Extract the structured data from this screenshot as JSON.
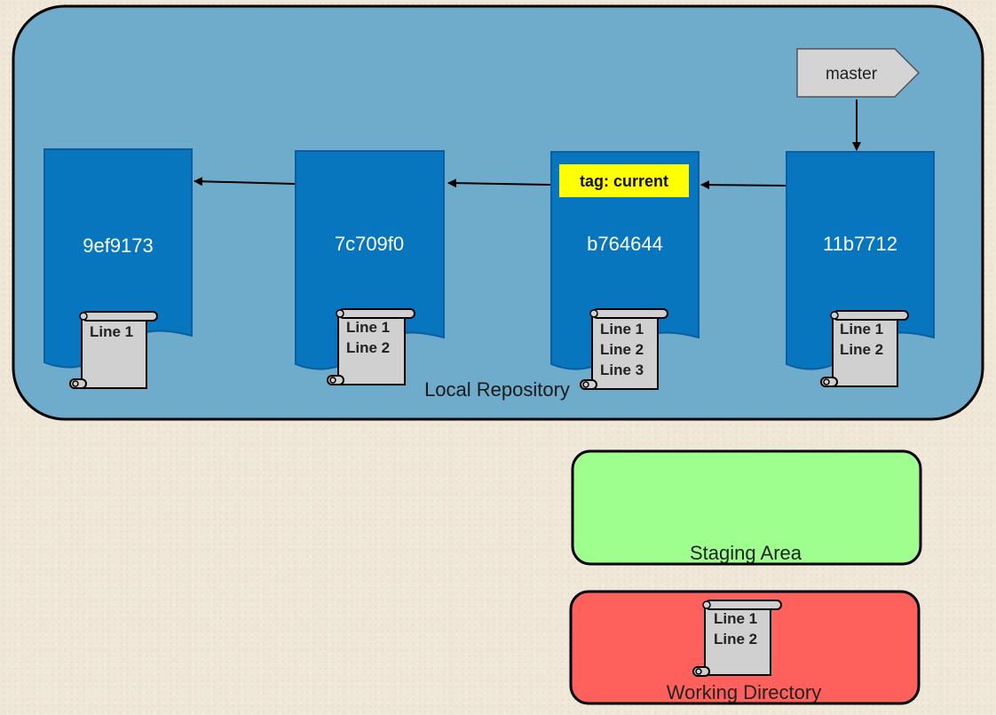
{
  "branch": {
    "label": "master"
  },
  "tag": {
    "label": "tag: current"
  },
  "commits": [
    {
      "hash": "9ef9173",
      "file_lines": [
        "Line 1"
      ]
    },
    {
      "hash": "7c709f0",
      "file_lines": [
        "Line 1",
        "Line 2"
      ]
    },
    {
      "hash": "b764644",
      "file_lines": [
        "Line 1",
        "Line 2",
        "Line 3"
      ]
    },
    {
      "hash": "11b7712",
      "file_lines": [
        "Line 1",
        "Line 2"
      ]
    }
  ],
  "areas": {
    "repository": {
      "label": "Local Repository"
    },
    "staging": {
      "label": "Staging Area",
      "file_lines": []
    },
    "working": {
      "label": "Working Directory",
      "file_lines": [
        "Line 1",
        "Line 2"
      ]
    }
  },
  "colors": {
    "repository_fill": "#6fabcb",
    "commit_fill": "#0876bf",
    "staging_fill": "#9efe8e",
    "working_fill": "#fe615c",
    "tag_fill": "#ffff00",
    "branch_fill": "#d4d4d4",
    "scroll_fill": "#d0d0d0"
  }
}
